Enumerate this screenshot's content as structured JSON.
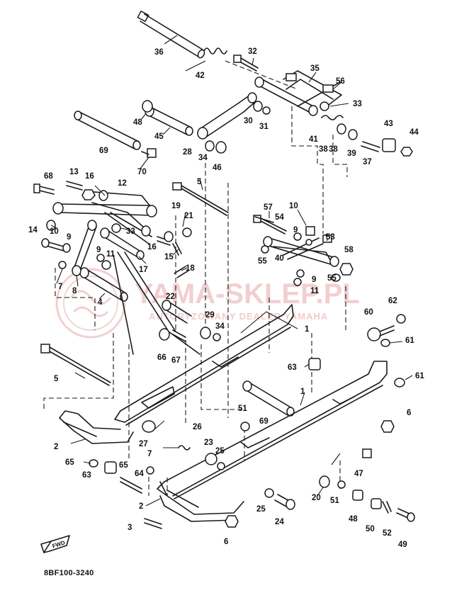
{
  "diagram": {
    "code": "8BF100-3240",
    "fwd_label": "FWD",
    "watermark": {
      "main": "YAMA-SKLEP.PL",
      "sub": "AUTORYZOWANY DEALER YAMAHA"
    },
    "callouts": [
      {
        "id": "c38a",
        "text": "38"
      },
      {
        "id": "c42",
        "text": "42"
      },
      {
        "id": "c32",
        "text": "32"
      },
      {
        "id": "c35",
        "text": "35"
      },
      {
        "id": "c56a",
        "text": "56"
      },
      {
        "id": "c33a",
        "text": "33"
      },
      {
        "id": "c36",
        "text": "36"
      },
      {
        "id": "c48a",
        "text": "48"
      },
      {
        "id": "c45",
        "text": "45"
      },
      {
        "id": "c30",
        "text": "30"
      },
      {
        "id": "c31",
        "text": "31"
      },
      {
        "id": "c41",
        "text": "41"
      },
      {
        "id": "c38b",
        "text": "38"
      },
      {
        "id": "c39",
        "text": "39"
      },
      {
        "id": "c43",
        "text": "43"
      },
      {
        "id": "c44",
        "text": "44"
      },
      {
        "id": "c37",
        "text": "37"
      },
      {
        "id": "c69a",
        "text": "69"
      },
      {
        "id": "c70",
        "text": "70"
      },
      {
        "id": "c28",
        "text": "28"
      },
      {
        "id": "c34a",
        "text": "34"
      },
      {
        "id": "c46",
        "text": "46"
      },
      {
        "id": "c68",
        "text": "68"
      },
      {
        "id": "c13",
        "text": "13"
      },
      {
        "id": "c16a",
        "text": "16"
      },
      {
        "id": "c12",
        "text": "12"
      },
      {
        "id": "c5a",
        "text": "5"
      },
      {
        "id": "c19",
        "text": "19"
      },
      {
        "id": "c21",
        "text": "21"
      },
      {
        "id": "c57",
        "text": "57"
      },
      {
        "id": "c54",
        "text": "54"
      },
      {
        "id": "c10b",
        "text": "10"
      },
      {
        "id": "c9b",
        "text": "9"
      },
      {
        "id": "c53",
        "text": "53"
      },
      {
        "id": "c14",
        "text": "14"
      },
      {
        "id": "c10a",
        "text": "10"
      },
      {
        "id": "c9a",
        "text": "9"
      },
      {
        "id": "c33b",
        "text": "33"
      },
      {
        "id": "c16b",
        "text": "16"
      },
      {
        "id": "c15",
        "text": "15"
      },
      {
        "id": "c17",
        "text": "17"
      },
      {
        "id": "c55a",
        "text": "55"
      },
      {
        "id": "c40",
        "text": "40"
      },
      {
        "id": "c58",
        "text": "58"
      },
      {
        "id": "c9c",
        "text": "9"
      },
      {
        "id": "c11b",
        "text": "11"
      },
      {
        "id": "c55b",
        "text": "55"
      },
      {
        "id": "c9d",
        "text": "9"
      },
      {
        "id": "c11a",
        "text": "11"
      },
      {
        "id": "c7a",
        "text": "7"
      },
      {
        "id": "c8",
        "text": "8"
      },
      {
        "id": "c18",
        "text": "18"
      },
      {
        "id": "c4",
        "text": "4"
      },
      {
        "id": "c22",
        "text": "22"
      },
      {
        "id": "c29",
        "text": "29"
      },
      {
        "id": "c34b",
        "text": "34"
      },
      {
        "id": "c1a",
        "text": "1"
      },
      {
        "id": "c62",
        "text": "62"
      },
      {
        "id": "c60",
        "text": "60"
      },
      {
        "id": "c61a",
        "text": "61"
      },
      {
        "id": "c66",
        "text": "66"
      },
      {
        "id": "c67",
        "text": "67"
      },
      {
        "id": "c5b",
        "text": "5"
      },
      {
        "id": "c63a",
        "text": "63"
      },
      {
        "id": "c61b",
        "text": "61"
      },
      {
        "id": "c1b",
        "text": "1"
      },
      {
        "id": "c69b",
        "text": "69"
      },
      {
        "id": "c51a",
        "text": "51"
      },
      {
        "id": "c6a",
        "text": "6"
      },
      {
        "id": "c2a",
        "text": "2"
      },
      {
        "id": "c27",
        "text": "27"
      },
      {
        "id": "c26",
        "text": "26"
      },
      {
        "id": "c23",
        "text": "23"
      },
      {
        "id": "c25a",
        "text": "25"
      },
      {
        "id": "c65a",
        "text": "65"
      },
      {
        "id": "c65b",
        "text": "65"
      },
      {
        "id": "c7b",
        "text": "7"
      },
      {
        "id": "c47",
        "text": "47"
      },
      {
        "id": "c63b",
        "text": "63"
      },
      {
        "id": "c64",
        "text": "64"
      },
      {
        "id": "c20",
        "text": "20"
      },
      {
        "id": "c51b",
        "text": "51"
      },
      {
        "id": "c2b",
        "text": "2"
      },
      {
        "id": "c25b",
        "text": "25"
      },
      {
        "id": "c48b",
        "text": "48"
      },
      {
        "id": "c50",
        "text": "50"
      },
      {
        "id": "c52",
        "text": "52"
      },
      {
        "id": "c24",
        "text": "24"
      },
      {
        "id": "c3",
        "text": "3"
      },
      {
        "id": "c6b",
        "text": "6"
      },
      {
        "id": "c49",
        "text": "49"
      }
    ]
  }
}
